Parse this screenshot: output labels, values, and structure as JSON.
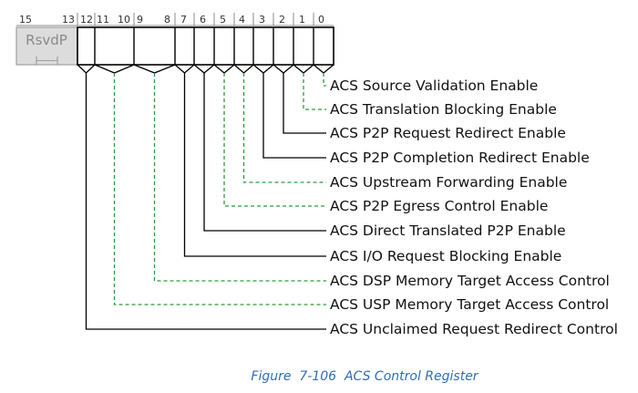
{
  "register": {
    "reserved_label": "RsvdP",
    "bit_numbers": [
      "15",
      "13",
      "12",
      "11",
      "10",
      "9",
      "8",
      "7",
      "6",
      "5",
      "4",
      "3",
      "2",
      "1",
      "0"
    ],
    "fields": [
      {
        "label": "ACS Source Validation Enable",
        "line_style": "dashed",
        "line_color": "#2e9a3a"
      },
      {
        "label": "ACS Translation Blocking Enable",
        "line_style": "dashed",
        "line_color": "#2e9a3a"
      },
      {
        "label": "ACS P2P Request Redirect Enable",
        "line_style": "solid",
        "line_color": "#000000"
      },
      {
        "label": "ACS P2P Completion Redirect Enable",
        "line_style": "solid",
        "line_color": "#000000"
      },
      {
        "label": "ACS Upstream Forwarding Enable",
        "line_style": "dashed",
        "line_color": "#2e9a3a"
      },
      {
        "label": "ACS P2P Egress Control Enable",
        "line_style": "dashed",
        "line_color": "#2e9a3a"
      },
      {
        "label": "ACS Direct Translated P2P Enable",
        "line_style": "solid",
        "line_color": "#000000"
      },
      {
        "label": "ACS I/O Request Blocking Enable",
        "line_style": "solid",
        "line_color": "#000000"
      },
      {
        "label": "ACS DSP Memory Target Access Control",
        "line_style": "dashed",
        "line_color": "#2e9a3a"
      },
      {
        "label": "ACS USP Memory Target Access Control",
        "line_style": "dashed",
        "line_color": "#2e9a3a"
      },
      {
        "label": "ACS Unclaimed Request Redirect Control",
        "line_style": "solid",
        "line_color": "#000000"
      }
    ]
  },
  "caption": "Figure  7-106  ACS Control Register",
  "colors": {
    "dashed_line": "#2e9a3a",
    "caption": "#2f6fb3",
    "reserved_fill": "#dcdcdc"
  }
}
